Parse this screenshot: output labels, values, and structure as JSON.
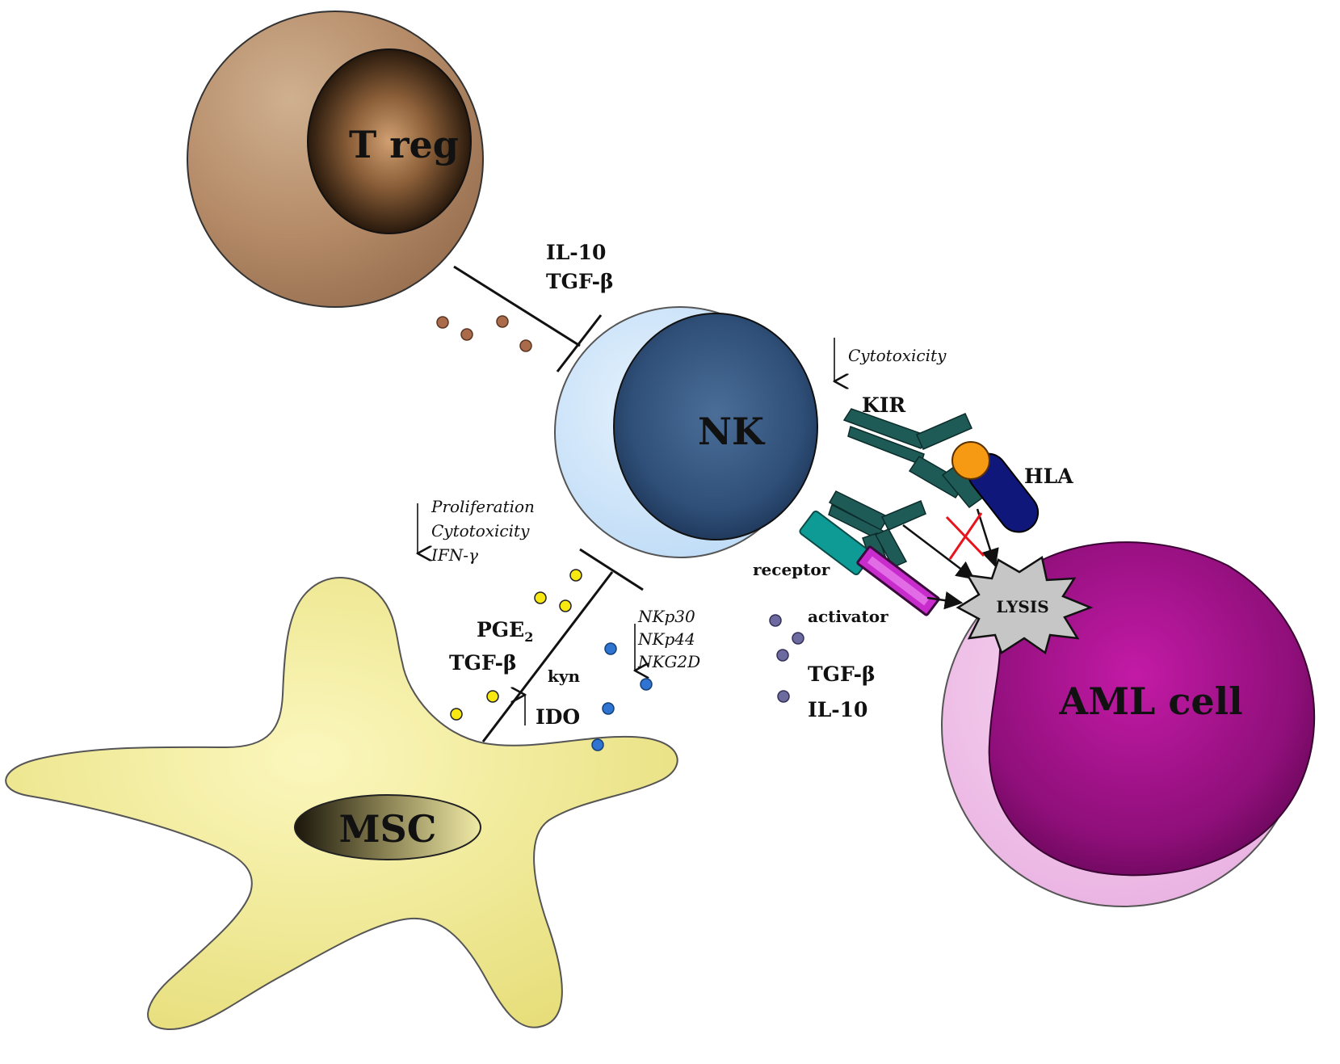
{
  "cells": {
    "treg": "T reg",
    "nk": "NK",
    "msc": "MSC",
    "aml": "AML cell"
  },
  "treg_factors": [
    "IL-10",
    "TGF-β"
  ],
  "nk_effect": "Cytotoxicity",
  "kir": "KIR",
  "hla": "HLA",
  "lysis": "LYSIS",
  "receptor": "receptor",
  "activator": "activator",
  "aml_factors": [
    "TGF-β",
    "IL-10"
  ],
  "msc_effects": [
    "Proliferation",
    "Cytotoxicity",
    "IFN-γ"
  ],
  "receptors_down": [
    "NKp30",
    "NKp44",
    "NKG2D"
  ],
  "msc_factors": {
    "pge": "PGE",
    "pge_sub": "2",
    "tgf": "TGF-β",
    "kyn": "kyn",
    "ido": "IDO"
  },
  "colors": {
    "treg": "#b58b68",
    "nk_outer": "#cfe6fb",
    "nk_nucleus": "#34557e",
    "msc": "#f2ec8c",
    "aml_outer": "#f1c4e8",
    "aml_nucleus": "#9e1488",
    "kir": "#1f5b56",
    "hla": "#10177a",
    "hla_ball": "#f59a12",
    "receptor": "#0f9b95",
    "activator": "#c92ccc"
  }
}
